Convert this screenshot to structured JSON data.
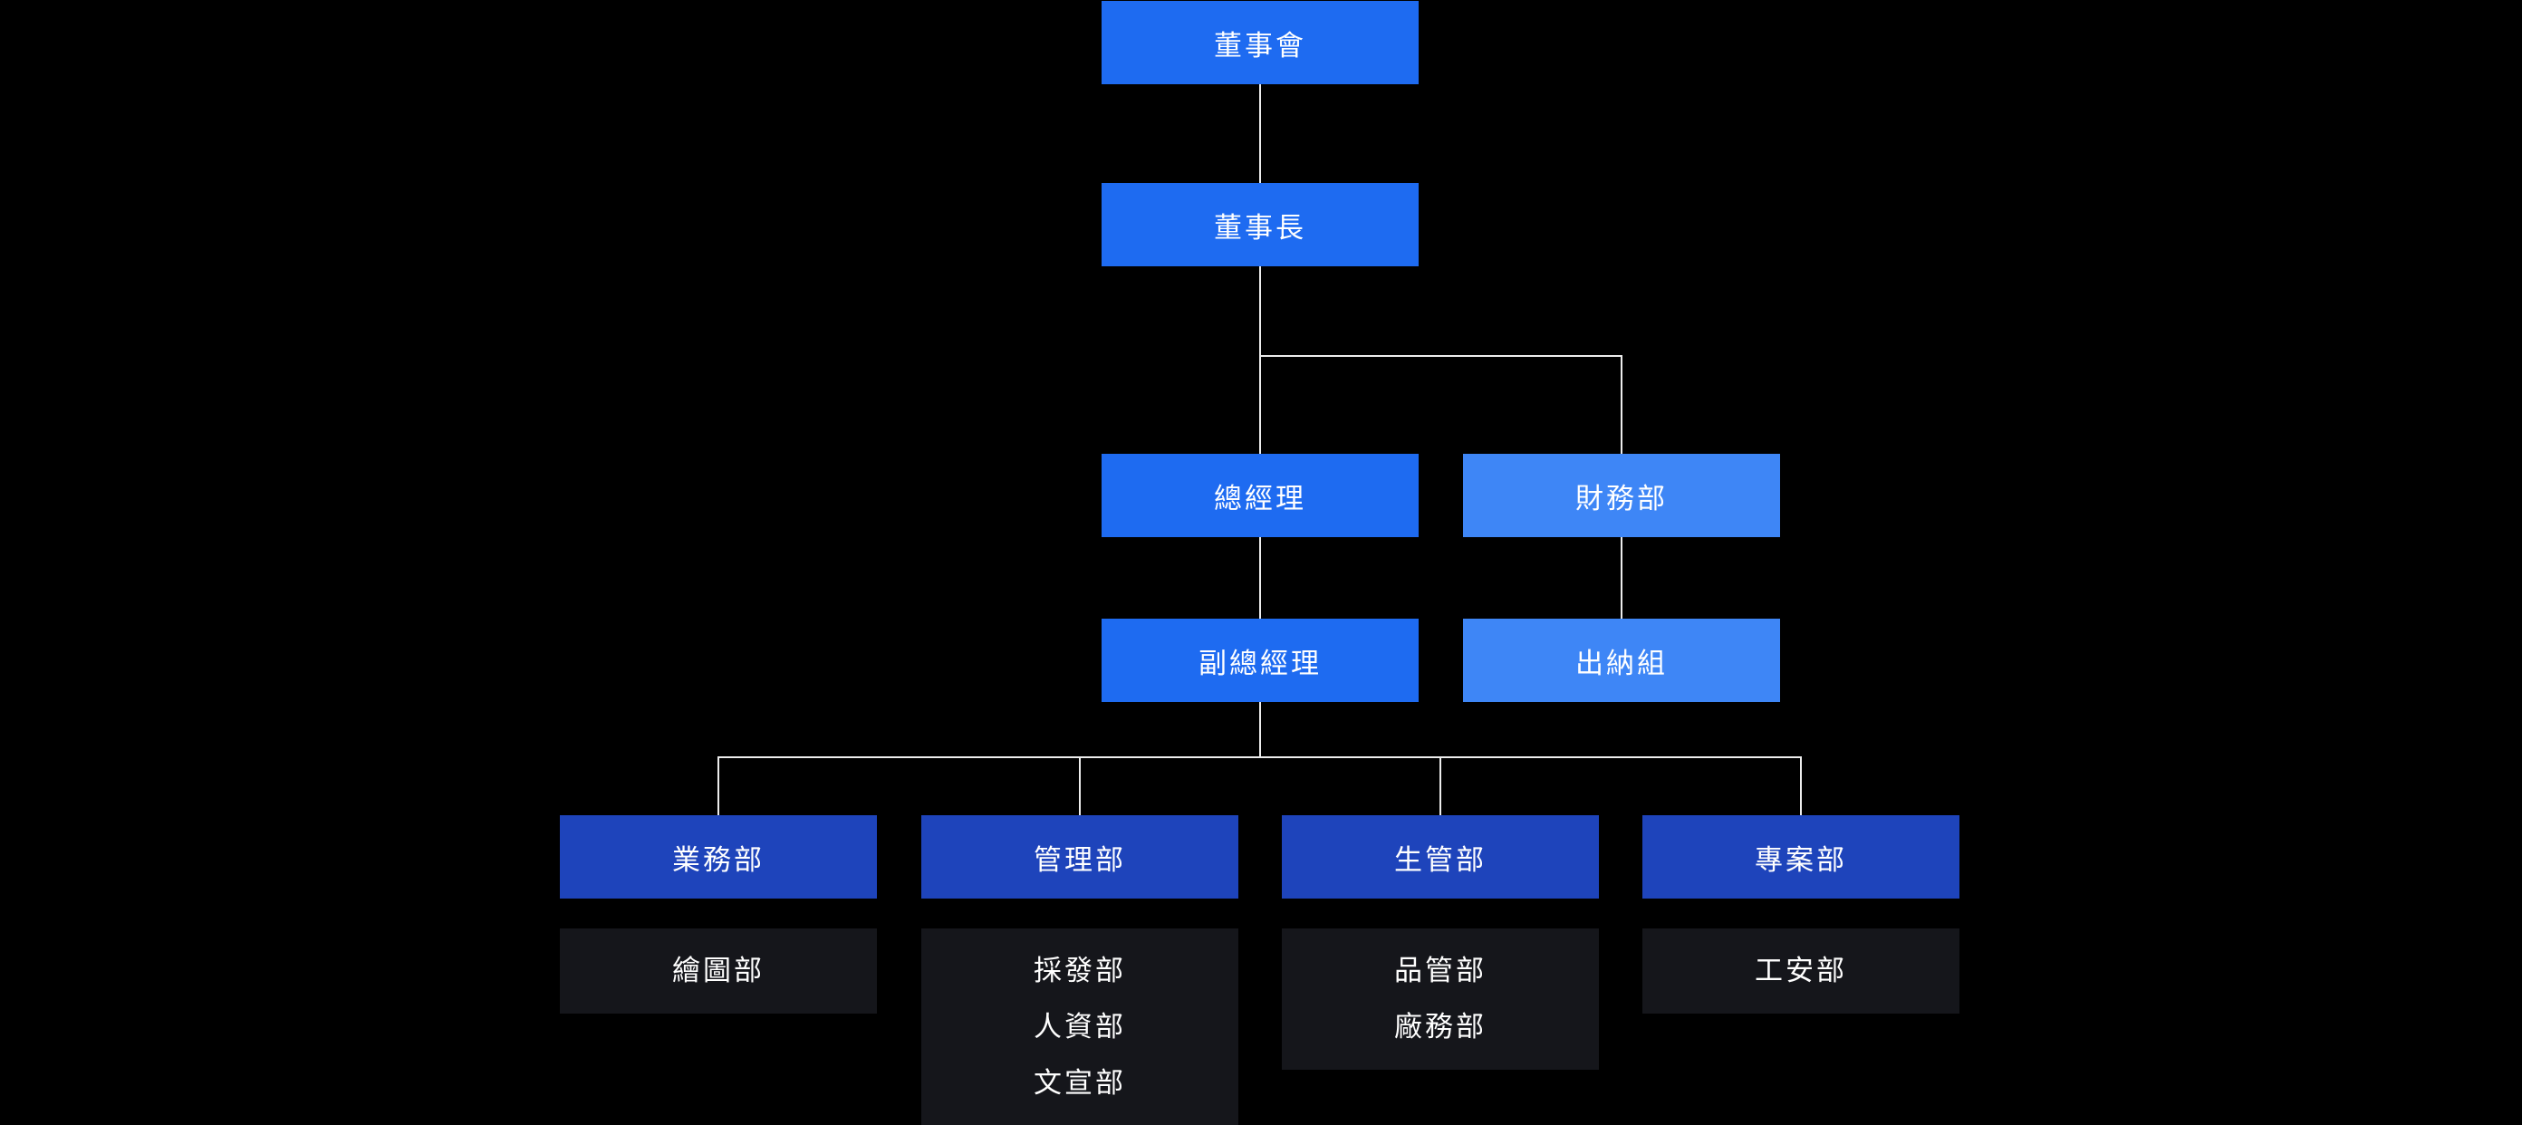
{
  "colors": {
    "background": "#000000",
    "primary": "#1e6bf1",
    "light": "#3e86f6",
    "dark": "#1e44bb",
    "muted_bg": "#15161b",
    "line": "#ededed",
    "text": "#ffffff"
  },
  "nodes": {
    "board": {
      "label": "董事會",
      "variant": "primary"
    },
    "chairman": {
      "label": "董事長",
      "variant": "primary"
    },
    "general_manager": {
      "label": "總經理",
      "variant": "primary"
    },
    "finance_dept": {
      "label": "財務部",
      "variant": "light"
    },
    "deputy_general_manager": {
      "label": "副總經理",
      "variant": "primary"
    },
    "cashier_team": {
      "label": "出納組",
      "variant": "light"
    },
    "sales_dept": {
      "label": "業務部",
      "variant": "dark"
    },
    "admin_dept": {
      "label": "管理部",
      "variant": "dark"
    },
    "production_dept": {
      "label": "生管部",
      "variant": "dark"
    },
    "project_dept": {
      "label": "專案部",
      "variant": "dark"
    },
    "sales_children": {
      "items": [
        "繪圖部"
      ]
    },
    "admin_children": {
      "items": [
        "採發部",
        "人資部",
        "文宣部"
      ]
    },
    "production_children": {
      "items": [
        "品管部",
        "廠務部"
      ]
    },
    "project_children": {
      "items": [
        "工安部"
      ]
    }
  },
  "edges": [
    [
      "board",
      "chairman"
    ],
    [
      "chairman",
      "general_manager"
    ],
    [
      "chairman",
      "finance_dept"
    ],
    [
      "general_manager",
      "deputy_general_manager"
    ],
    [
      "finance_dept",
      "cashier_team"
    ],
    [
      "deputy_general_manager",
      "sales_dept"
    ],
    [
      "deputy_general_manager",
      "admin_dept"
    ],
    [
      "deputy_general_manager",
      "production_dept"
    ],
    [
      "deputy_general_manager",
      "project_dept"
    ],
    [
      "sales_dept",
      "sales_children"
    ],
    [
      "admin_dept",
      "admin_children"
    ],
    [
      "production_dept",
      "production_children"
    ],
    [
      "project_dept",
      "project_children"
    ]
  ]
}
